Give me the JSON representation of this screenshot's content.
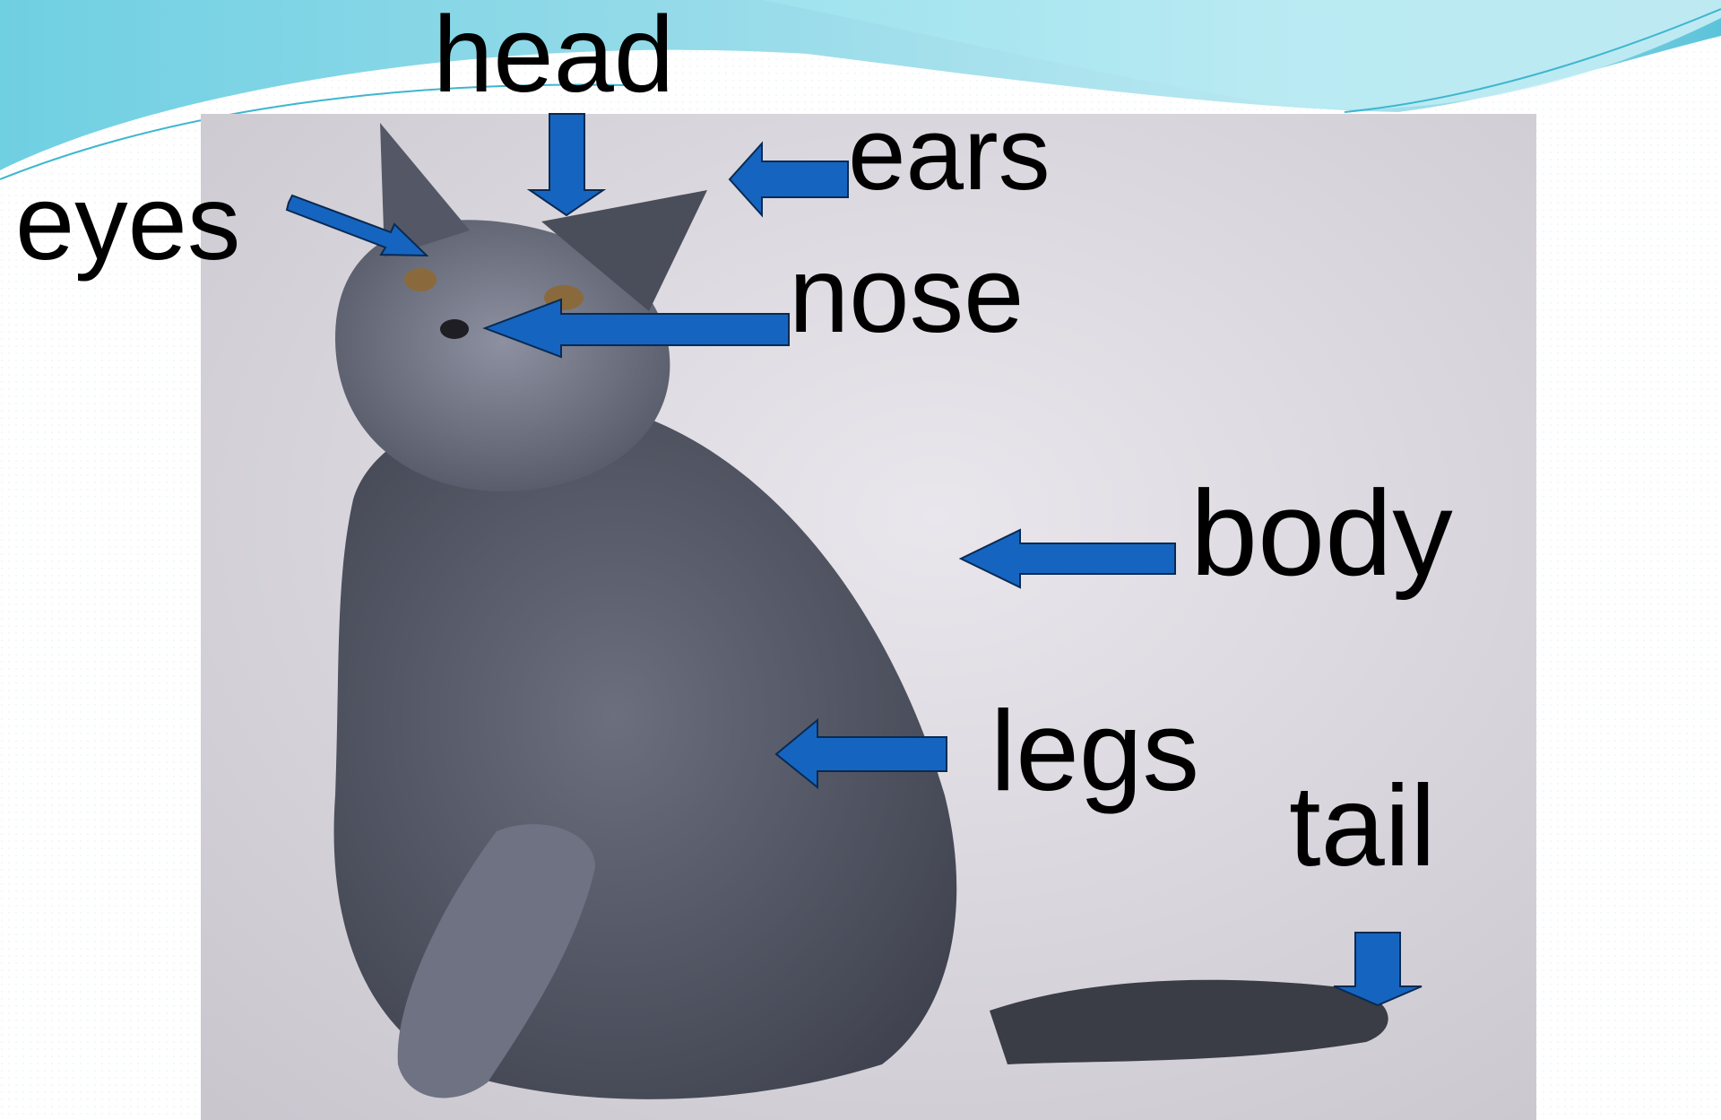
{
  "labels": {
    "head": "head",
    "ears": "ears",
    "eyes": "eyes",
    "nose": "nose",
    "body": "body",
    "legs": "legs",
    "tail": "tail"
  },
  "colors": {
    "arrow": "#1565C0",
    "arrow_outline": "#0A2A52",
    "wave_light": "#A8E3EE",
    "wave_mid": "#5CC3DA",
    "photo_background": "#DDD9E1",
    "cat_fur": "#4F5260",
    "cat_eye": "#8A6A3C"
  }
}
